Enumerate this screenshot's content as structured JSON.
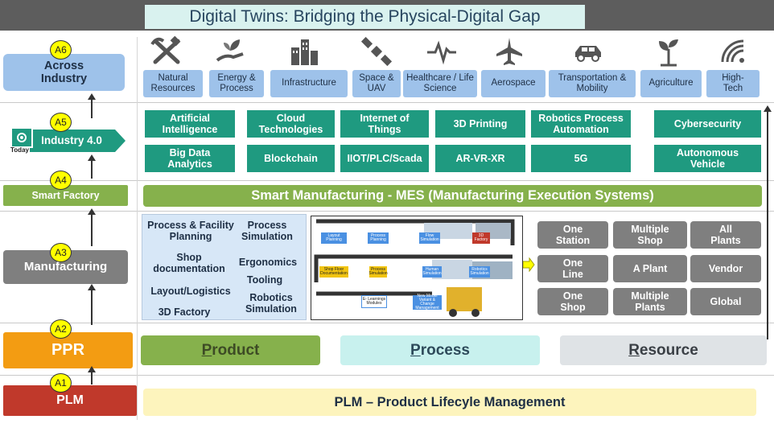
{
  "title": "Digital Twins: Bridging the Physical-Digital Gap",
  "levels": {
    "a6": {
      "badge": "A6",
      "label": "Across Industry"
    },
    "a5": {
      "badge": "A5",
      "label": "Industry 4.0",
      "today": "Today"
    },
    "a4": {
      "badge": "A4",
      "label": "Smart Factory"
    },
    "a3": {
      "badge": "A3",
      "label": "Manufacturing"
    },
    "a2": {
      "badge": "A2",
      "label": "PPR"
    },
    "a1": {
      "badge": "A1",
      "label": "PLM"
    }
  },
  "industries": [
    {
      "label": "Natural Resources",
      "icon": "mining-tools-icon"
    },
    {
      "label": "Energy & Process",
      "icon": "plant-hand-icon"
    },
    {
      "label": "Infrastructure",
      "icon": "buildings-icon"
    },
    {
      "label": "Space & UAV",
      "icon": "satellite-icon"
    },
    {
      "label": "Healthcare / Life Science",
      "icon": "heartbeat-icon"
    },
    {
      "label": "Aerospace",
      "icon": "airplane-icon"
    },
    {
      "label": "Transportation & Mobility",
      "icon": "car-icon"
    },
    {
      "label": "Agriculture",
      "icon": "sprout-icon"
    },
    {
      "label": "High-Tech",
      "icon": "wifi-icon"
    }
  ],
  "technologies": [
    "Artificial Intelligence",
    "Cloud Technologies",
    "Internet of Things",
    "3D Printing",
    "Robotics Process Automation",
    "Cybersecurity",
    "Big Data Analytics",
    "Blockchain",
    "IIOT/PLC/Scada",
    "AR-VR-XR",
    "5G",
    "Autonomous Vehicle"
  ],
  "mes": "Smart Manufacturing  - MES (Manufacturing Execution Systems)",
  "manufacturing_items": [
    "Process & Facility Planning",
    "Process Simulation",
    "Shop documentation",
    "Ergonomics",
    "Layout/Logistics",
    "Tooling",
    "3D Factory",
    "Robotics Simulation"
  ],
  "flow_steps": [
    "Layout Planning",
    "Process Planning",
    "Flow Simulation",
    "3D Factory",
    "Shop Floor Documentation",
    "Process Simulation",
    "Human Simulation",
    "Robotics Simulation",
    "E- Learnings Modules",
    "New Model Variant & Change Management"
  ],
  "scope": [
    "One Station",
    "Multiple Shop",
    "All Plants",
    "One Line",
    "A Plant",
    "Vendor",
    "One Shop",
    "Multiple Plants",
    "Global"
  ],
  "ppr": {
    "product_first": "P",
    "product_rest": "roduct",
    "process_first": "P",
    "process_rest": "rocess",
    "resource_first": "R",
    "resource_rest": "esource"
  },
  "plm": "PLM – Product Lifecyle Management",
  "colors": {
    "industry": "#9ec2ea",
    "tech": "#1f9a80",
    "mes": "#86b14c",
    "ppr_orange": "#f39c12",
    "plm_red": "#c0392b",
    "gray": "#7f7f7f"
  }
}
